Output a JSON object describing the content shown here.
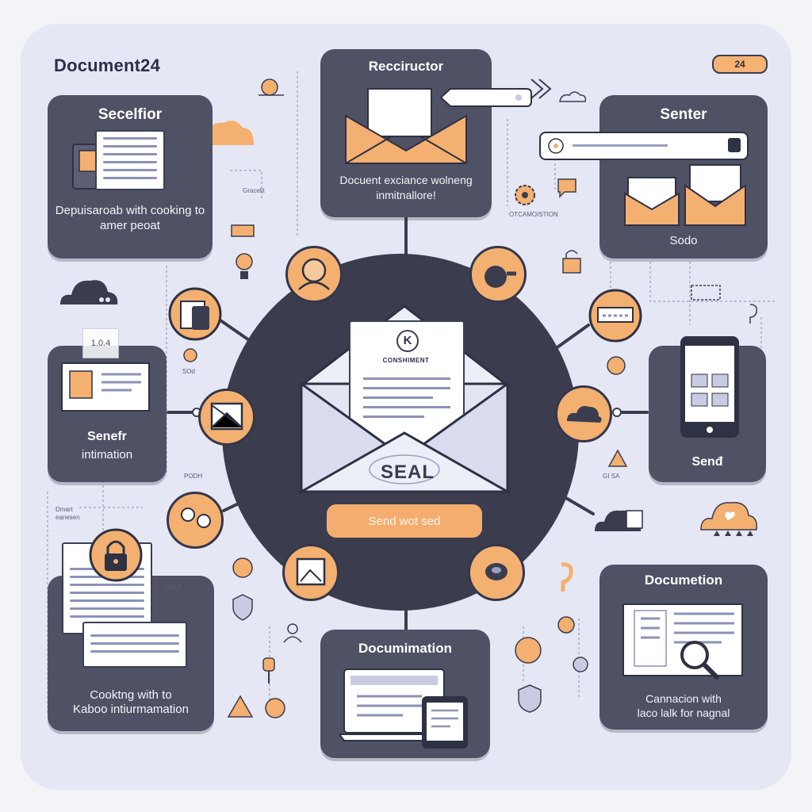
{
  "brand": {
    "name": "Document24",
    "badge": "24"
  },
  "cards": {
    "secretor": {
      "title": "Secelfior",
      "caption": "Depuisaroab with cooking to amer peoat"
    },
    "recruitor": {
      "title": "Recciructor",
      "caption": "Docuent exciance wolneng inmitnallore!"
    },
    "senter": {
      "title": "Senter",
      "caption": "Sodo"
    },
    "sender_info": {
      "title": "Senefr",
      "subtitle": "intimation",
      "tag": "1.0.4"
    },
    "send": {
      "title": "Senđ"
    },
    "cooking": {
      "caption_line1": "Cooktng with to",
      "caption_line2": "Kaboo intiurmamation"
    },
    "documination": {
      "title": "Documimation"
    },
    "documentation": {
      "title": "Documetion",
      "caption_line1": "Cannacion with",
      "caption_line2": "laco lalk for nagnal"
    }
  },
  "center": {
    "letter_logo": "K",
    "letter_heading": "CONSHIMENT",
    "seal": "SEAL",
    "send_button": "Send wot sed"
  },
  "small_labels": {
    "sod": "SOd",
    "podh": "PODH",
    "dmart": "Dmart eanesen",
    "sulb": "SULB",
    "orderpoint": "OTCAMOISTION",
    "gsa": "GI SA",
    "cert": "Gracelit"
  },
  "colors": {
    "card": "#4f5165",
    "accent": "#f3b070",
    "hub": "#3b3d4f",
    "background": "#e6e7f4"
  }
}
